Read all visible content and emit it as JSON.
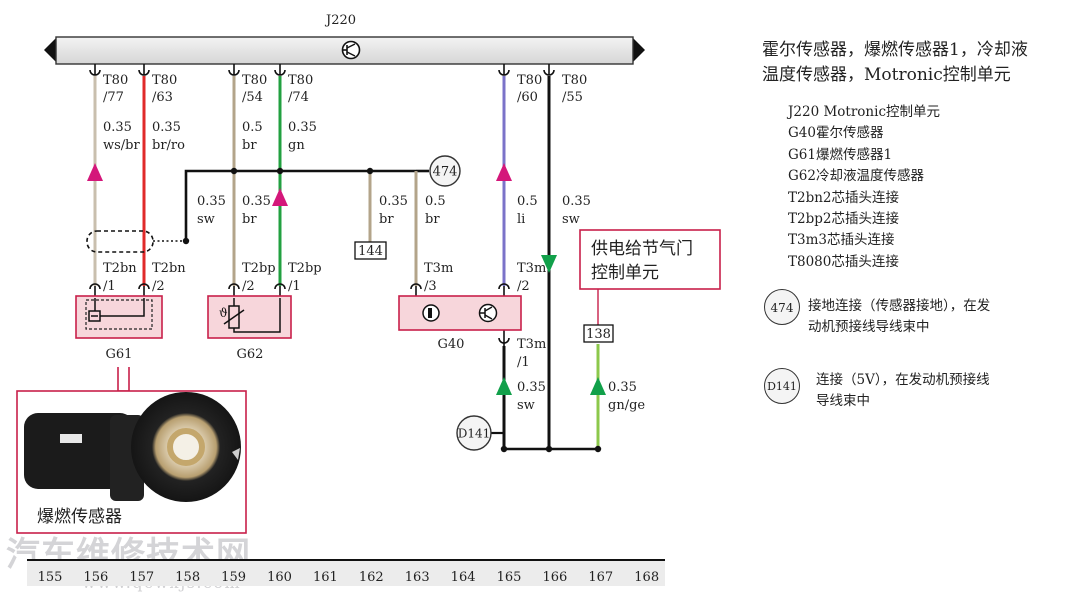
{
  "ecu": {
    "id": "J220"
  },
  "pins": [
    {
      "id": "t80-77",
      "num": "T80",
      "sub": "/77",
      "wire_size": "0.35",
      "wire_color": "ws/br"
    },
    {
      "id": "t80-63",
      "num": "T80",
      "sub": "/63",
      "wire_size": "0.35",
      "wire_color": "br/ro"
    },
    {
      "id": "t80-54",
      "num": "T80",
      "sub": "/54",
      "wire_size": "0.5",
      "wire_color": "br"
    },
    {
      "id": "t80-74",
      "num": "T80",
      "sub": "/74",
      "wire_size": "0.35",
      "wire_color": "gn"
    },
    {
      "id": "t80-60",
      "num": "T80",
      "sub": "/60",
      "wire_size": "0.5",
      "wire_color": "li"
    },
    {
      "id": "t80-55",
      "num": "T80",
      "sub": "/55",
      "wire_size": "0.35",
      "wire_color": "sw"
    }
  ],
  "mid_wires": [
    {
      "id": "branch-sw",
      "size": "0.35",
      "color": "sw"
    },
    {
      "id": "g62-left-br",
      "size": "0.35",
      "color": "br"
    },
    {
      "id": "to-144",
      "size": "0.35",
      "color": "br"
    },
    {
      "id": "to-g40-br",
      "size": "0.5",
      "color": "br"
    }
  ],
  "lower_wires": [
    {
      "id": "g40-t3m1",
      "size": "0.35",
      "color": "sw"
    },
    {
      "id": "to-138",
      "size": "0.35",
      "color": "gn/ge"
    }
  ],
  "connectors": [
    {
      "id": "t2bn-1",
      "num": "T2bn",
      "sub": "/1"
    },
    {
      "id": "t2bn-2",
      "num": "T2bn",
      "sub": "/2"
    },
    {
      "id": "t2bp-2",
      "num": "T2bp",
      "sub": "/2"
    },
    {
      "id": "t2bp-1",
      "num": "T2bp",
      "sub": "/1"
    },
    {
      "id": "t3m-3",
      "num": "T3m",
      "sub": "/3"
    },
    {
      "id": "t3m-2",
      "num": "T3m",
      "sub": "/2"
    },
    {
      "id": "t3m-1",
      "num": "T3m",
      "sub": "/1"
    }
  ],
  "components": {
    "g61": "G61",
    "g62": "G62",
    "g40": "G40"
  },
  "ground_474": "474",
  "d141": "D141",
  "box_144": "144",
  "box_138": "138",
  "callout_throttle": [
    "供电给节气门",
    "控制单元"
  ],
  "photo_caption": "爆燃传感器",
  "watermark": {
    "cn": "汽车维修技术网",
    "url": "www.qcwxjs.com"
  },
  "column_numbers": [
    "155",
    "156",
    "157",
    "158",
    "159",
    "160",
    "161",
    "162",
    "163",
    "164",
    "165",
    "166",
    "167",
    "168"
  ],
  "legend": {
    "title": [
      "霍尔传感器，爆燃传感器1，冷却液",
      "温度传感器，Motronic控制单元"
    ],
    "items": [
      "J220  Motronic控制单元",
      "G40霍尔传感器",
      "G61爆燃传感器1",
      "G62冷却液温度传感器",
      "T2bn2芯插头连接",
      "T2bp2芯插头连接",
      "T3m3芯插头连接",
      "T8080芯插头连接"
    ],
    "note474": {
      "symbol": "474",
      "lines": [
        "接地连接（传感器接地），在发",
        "动机预接线导线束中"
      ]
    },
    "noteD141": {
      "symbol": "D141",
      "lines": [
        "连接（5V），在发动机预接线",
        "导线束中"
      ]
    }
  },
  "colors": {
    "wire_ws_br": "#c9bfae",
    "wire_br_ro": "#e02a2a",
    "wire_br": "#b3a48a",
    "wire_gn": "#22a040",
    "wire_li": "#7b73c9",
    "wire_sw": "#111111",
    "wire_gn_ge": "#8cc84b",
    "arrow_pink": "#d4177a",
    "arrow_green": "#11a04a",
    "component_fill": "#f7d6db",
    "component_border": "#c8204a"
  }
}
